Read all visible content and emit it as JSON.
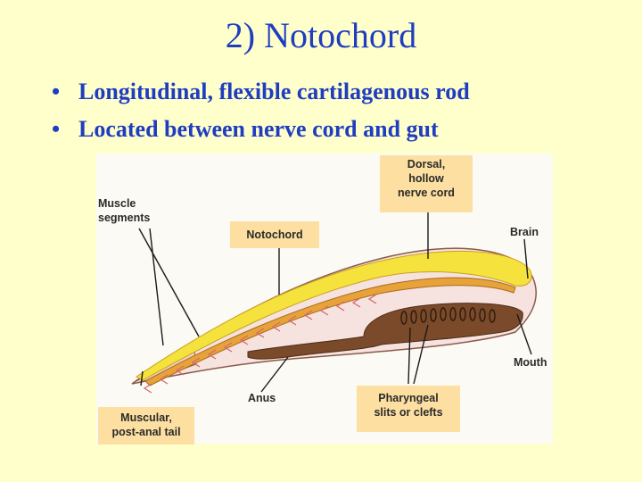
{
  "slide": {
    "title": "2) Notochord",
    "bullets": [
      "Longitudinal, flexible cartilagenous rod",
      "Located between nerve cord and gut"
    ],
    "bullet_glyph": "•"
  },
  "figure": {
    "labels": {
      "dorsal_nerve_cord": [
        "Dorsal,",
        "hollow",
        "nerve cord"
      ],
      "muscle_segments": [
        "Muscle",
        "segments"
      ],
      "notochord": "Notochord",
      "brain": "Brain",
      "mouth": "Mouth",
      "anus": "Anus",
      "pharyngeal_slits": [
        "Pharyngeal",
        "slits or clefts"
      ],
      "tail": [
        "Muscular,",
        "post-anal tail"
      ]
    },
    "colors": {
      "title_blue": "#1f3dbf",
      "slide_bg": "#ffffcc",
      "label_box": "#fddfa1",
      "nerve_cord_yellow": "#f5e23c",
      "notochord_orange": "#e7a23a",
      "gut_brown": "#7a4a2a",
      "body_pink": "#f6e3df"
    }
  }
}
